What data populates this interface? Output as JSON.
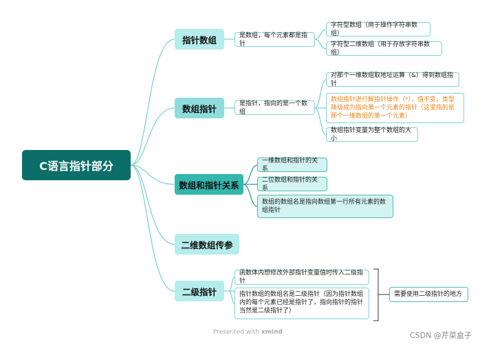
{
  "root": "C语言指针部分",
  "topics": {
    "t1": {
      "label": "指针数组",
      "desc": "是数组，每个元素都是指针",
      "items": [
        "字符型数组（用于操作字符串数组）",
        "字符型二维数组（用于存放字符串数组）"
      ]
    },
    "t2": {
      "label": "数组指针",
      "desc": "是指针，指向的是一个数组",
      "items": [
        "对那个一维数组取地址运算（&）得到数组指针",
        "数组指针进行解指针操作（*），值不变，类型降级成为指向第一个元素的指针（这里指的是那个一维数组的第一个元素）",
        "数组指针变量为整个数组的大小"
      ]
    },
    "t3": {
      "label": "数组和指针关系",
      "items": [
        "一维数组和指针的关系",
        "二位数组和指针的关系",
        "数组的数组名是指向数组第一行所有元素的数组指针"
      ]
    },
    "t4": {
      "label": "二维数组传参"
    },
    "t5": {
      "label": "二级指针",
      "items": [
        "函数体内想修改外部指针变量值时传入二级指针",
        "指针数组的数组名是二级指针（因为指针数组内的每个元素已经是指针了，指向指针的指针当然是二级指针了）"
      ],
      "summary": "需要使用二级指针的地方"
    }
  },
  "footer": {
    "presented": "Presented with",
    "brand": "xmind",
    "csdn": "CSDN @芹菜盒子"
  },
  "colors": {
    "root": "#0b6e69",
    "line": "#7fd3d1",
    "orange": "#e8881c"
  }
}
